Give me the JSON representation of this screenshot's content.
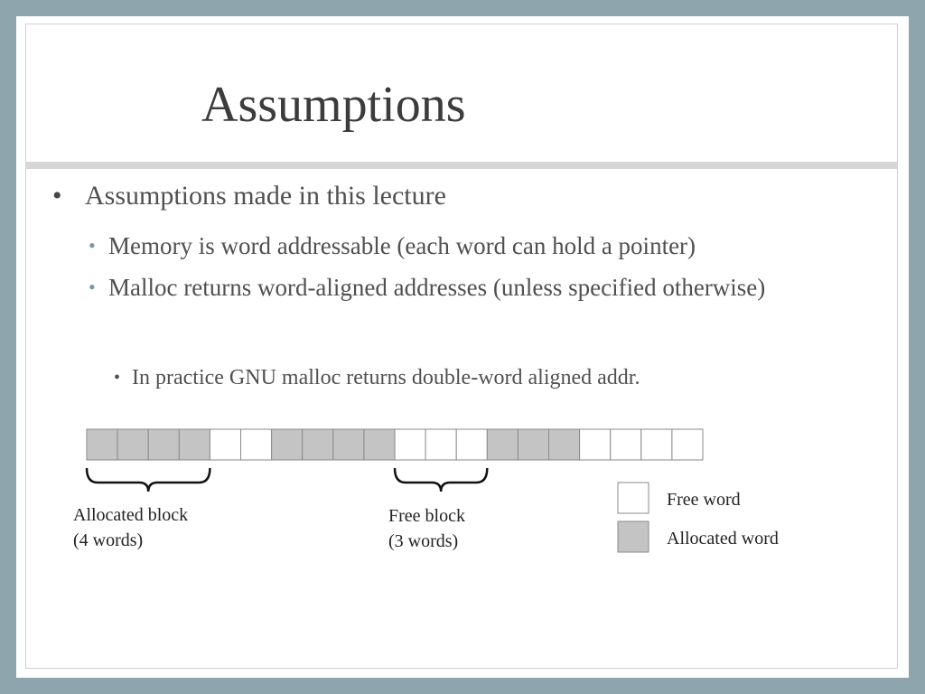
{
  "slide": {
    "title": "Assumptions",
    "bullets": {
      "main": "Assumptions made in this lecture",
      "sub1": "Memory is word addressable (each word can hold a pointer)",
      "sub2": "Malloc returns word-aligned addresses (unless specified otherwise)",
      "sub2_detail": "In practice GNU malloc returns double-word aligned addr."
    },
    "bullet_glyphs": {
      "level1": "•",
      "level2": "•",
      "level3": "•"
    }
  },
  "diagram": {
    "memory_words": [
      1,
      1,
      1,
      1,
      0,
      0,
      1,
      1,
      1,
      1,
      0,
      0,
      0,
      1,
      1,
      1,
      0,
      0,
      0,
      0
    ],
    "word_states": {
      "1": "allocated",
      "0": "free"
    },
    "colors": {
      "allocated": "#c4c4c4",
      "free": "#ffffff",
      "border": "#8a8a8a",
      "brace": "#111111"
    },
    "braces": [
      {
        "from_word": 0,
        "to_word": 3,
        "label_line1": "Allocated block",
        "label_line2": "(4 words)"
      },
      {
        "from_word": 10,
        "to_word": 12,
        "label_line1": "Free block",
        "label_line2": "(3 words)"
      }
    ],
    "legend": [
      {
        "state": "free",
        "label": "Free word"
      },
      {
        "state": "allocated",
        "label": "Allocated word"
      }
    ]
  }
}
